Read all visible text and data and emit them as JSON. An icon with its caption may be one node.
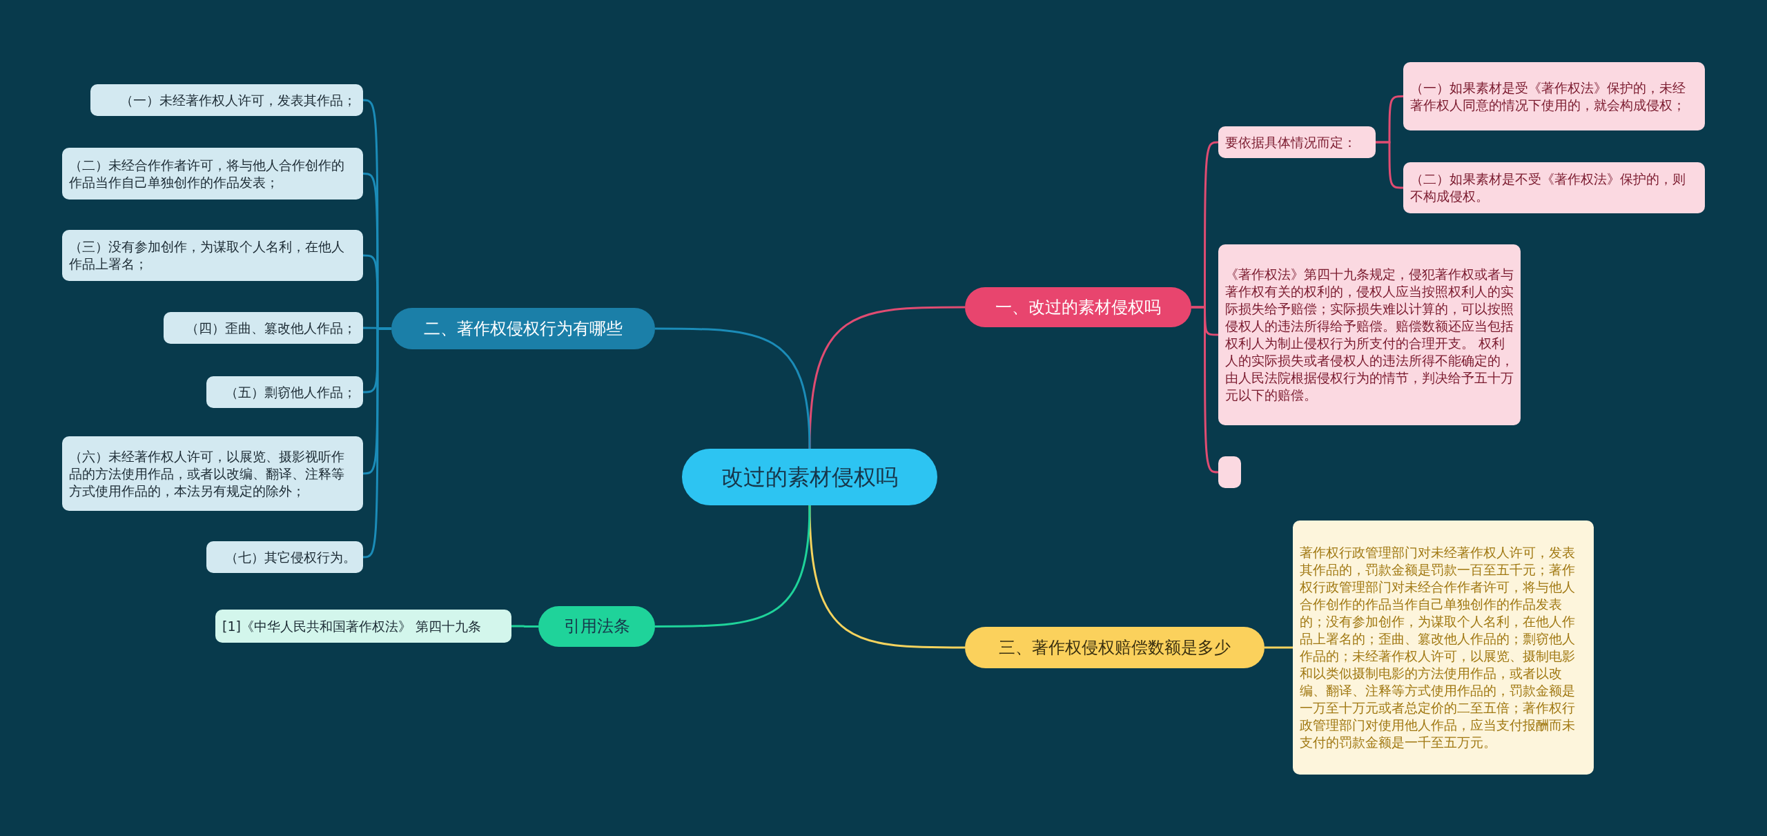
{
  "diagram": {
    "nodes": [
      {
        "text": [
          "改过的素材侵权吗"
        ]
      },
      {
        "text": [
          "一、改过的素材侵权吗"
        ]
      },
      {
        "text": [
          "要依据具体情况而定："
        ]
      },
      {
        "text": [
          "（一）如果素材是受《著作权法》保护的，未经著作权人同意的情况下使用的，就会构成侵权；"
        ]
      },
      {
        "text": [
          "（二）如果素材是不受《著作权法》保护的，则不构成侵权。"
        ]
      },
      {
        "text": [
          "《著作权法》第四十九条规定，侵犯著作权或者与著作权有关的权利的，侵权人应当按照权利人的实际损失给予赔偿；实际损失难以计算的，可以按照侵权人的违法所得给予赔偿。赔偿数额还应当包括权利人为制止侵权行为所支付的合理开支。 权利人的实际损失或者侵权人的违法所得不能确定的，由人民法院根据侵权行为的情节，判决给予五十万元以下的赔偿。"
        ]
      },
      {
        "text": [],
        "shape": "box"
      },
      {
        "text": [
          "三、著作权侵权赔偿数额是多少"
        ]
      },
      {
        "text": [
          "著作权行政管理部门对未经著作权人许可，发表其作品的，罚款金额是罚款一百至五千元；著作权行政管理部门对未经合作作者许可，将与他人合作创作的作品当作自己单独创作的作品发表的；没有参加创作，为谋取个人名利，在他人作品上署名的；歪曲、篡改他人作品的；剽窃他人作品的；未经著作权人许可，以展览、摄制电影和以类似摄制电影的方法使用作品，或者以改编、翻译、注释等方式使用作品的，罚款金额是一万至十万元或者总定价的二至五倍；著作权行政管理部门对使用他人作品，应当支付报酬而未支付的罚款金额是一千至五万元。"
        ]
      },
      {
        "text": [
          "二、著作权侵权行为有哪些"
        ]
      },
      {
        "text": [
          "（一）未经著作权人许可，发表其作品；"
        ]
      },
      {
        "text": [
          "（二）未经合作作者许可，将与他人合作创作的作品当作自己单独创作的作品发表；"
        ]
      },
      {
        "text": [
          "（三）没有参加创作，为谋取个人名利，在他人作品上署名；"
        ]
      },
      {
        "text": [
          "（四）歪曲、篡改他人作品；"
        ]
      },
      {
        "text": [
          "（五）剽窃他人作品；"
        ]
      },
      {
        "text": [
          "（六）未经著作权人许可，以展览、摄影视听作品的方法使用作品，或者以改编、翻译、注释等方式使用作品的，本法另有规定的除外；"
        ]
      },
      {
        "text": [
          "（七）其它侵权行为。"
        ]
      },
      {
        "text": [
          "引用法条"
        ]
      },
      {
        "text": [
          "[1]《中华人民共和国著作权法》 第四十九条"
        ]
      }
    ],
    "edges": [
      {
        "from": 0,
        "to": 1,
        "arrow": "none",
        "color": "#e04c72"
      },
      {
        "from": 0,
        "to": 7,
        "arrow": "none",
        "color": "#f5d35e"
      },
      {
        "from": 0,
        "to": 9,
        "arrow": "none",
        "color": "#1b8cb8"
      },
      {
        "from": 0,
        "to": 17,
        "arrow": "none",
        "color": "#1fd39a"
      },
      {
        "from": 1,
        "to": 2,
        "arrow": "none",
        "color": "#e04c72"
      },
      {
        "from": 1,
        "to": 5,
        "arrow": "none",
        "color": "#e04c72"
      },
      {
        "from": 1,
        "to": 6,
        "arrow": "none",
        "color": "#e04c72"
      },
      {
        "from": 2,
        "to": 3,
        "arrow": "none",
        "color": "#e04c72"
      },
      {
        "from": 2,
        "to": 4,
        "arrow": "none",
        "color": "#e04c72"
      },
      {
        "from": 7,
        "to": 8,
        "arrow": "none",
        "color": "#f5d35e"
      },
      {
        "from": 9,
        "to": 10,
        "arrow": "none",
        "color": "#1b8cb8"
      },
      {
        "from": 9,
        "to": 11,
        "arrow": "none",
        "color": "#1b8cb8"
      },
      {
        "from": 9,
        "to": 12,
        "arrow": "none",
        "color": "#1b8cb8"
      },
      {
        "from": 9,
        "to": 13,
        "arrow": "none",
        "color": "#1b8cb8"
      },
      {
        "from": 9,
        "to": 14,
        "arrow": "none",
        "color": "#1b8cb8"
      },
      {
        "from": 9,
        "to": 15,
        "arrow": "none",
        "color": "#1b8cb8"
      },
      {
        "from": 9,
        "to": 16,
        "arrow": "none",
        "color": "#1b8cb8"
      },
      {
        "from": 17,
        "to": 18,
        "arrow": "none",
        "color": "#1fd39a"
      }
    ]
  }
}
